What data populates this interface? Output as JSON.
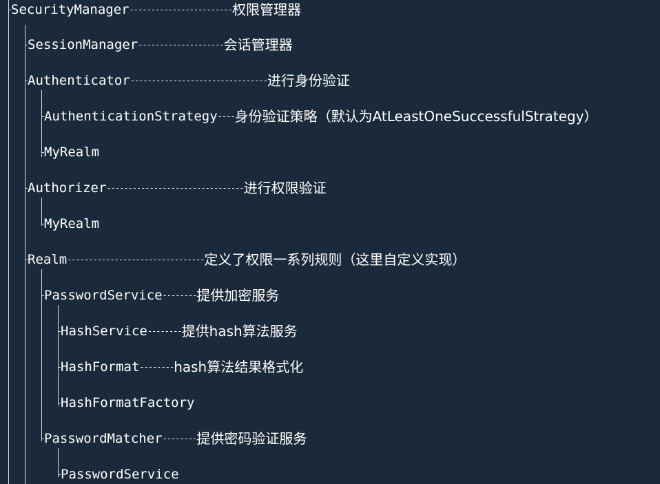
{
  "tree": {
    "root": {
      "name": "SecurityManager",
      "dashes": "------------------------",
      "desc": "权限管理器"
    },
    "session_manager": {
      "name": "SessionManager",
      "dashes": "--------------------",
      "desc": "会话管理器"
    },
    "authenticator": {
      "name": "Authenticator",
      "dashes": "--------------------------------",
      "desc": "进行身份验证"
    },
    "authentication_strategy": {
      "name": "AuthenticationStrategy",
      "dashes": "----",
      "desc": "身份验证策略（默认为AtLeastOneSuccessfulStrategy）"
    },
    "authenticator_realm": {
      "name": "MyRealm"
    },
    "authorizer": {
      "name": "Authorizer",
      "dashes": "--------------------------------",
      "desc": "进行权限验证"
    },
    "authorizer_realm": {
      "name": "MyRealm"
    },
    "realm": {
      "name": "Realm",
      "dashes": "--------------------------------",
      "desc": "定义了权限一系列规则（这里自定义实现）"
    },
    "password_service": {
      "name": "PasswordService",
      "dashes": "--------",
      "desc": "提供加密服务"
    },
    "hash_service": {
      "name": "HashService",
      "dashes": "--------",
      "desc": "提供hash算法服务"
    },
    "hash_format": {
      "name": "HashFormat",
      "dashes": "--------",
      "desc": "hash算法结果格式化"
    },
    "hash_format_factory": {
      "name": "HashFormatFactory"
    },
    "password_matcher": {
      "name": "PasswordMatcher",
      "dashes": "--------",
      "desc": "提供密码验证服务"
    },
    "matcher_password_service": {
      "name": "PasswordService"
    }
  }
}
